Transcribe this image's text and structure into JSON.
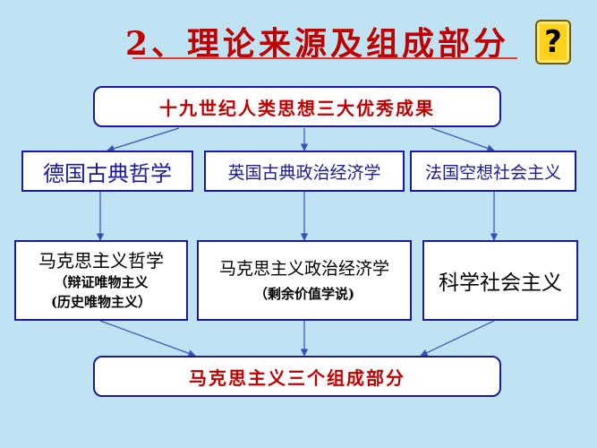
{
  "title": "2、理论来源及组成部分",
  "help_icon": "question-mark-icon",
  "top_box": "十九世纪人类思想三大优秀成果",
  "sources": [
    "德国古典哲学",
    "英国古典政治经济学",
    "法国空想社会主义"
  ],
  "components": {
    "philosophy": {
      "title": "马克思主义哲学",
      "sub1": "（辩证唯物主义",
      "sub2": "(历史唯物主义）"
    },
    "economics": {
      "title": "马克思主义政治经济学",
      "sub": "（剩余价值学说)"
    },
    "socialism": {
      "title": "科学社会主义"
    }
  },
  "bottom_box": "马克思主义三个组成部分",
  "colors": {
    "background": "#bfe3f3",
    "box_border": "#1a1a9a",
    "arrow": "#3a4fb5",
    "heading_red": "#c00000"
  }
}
